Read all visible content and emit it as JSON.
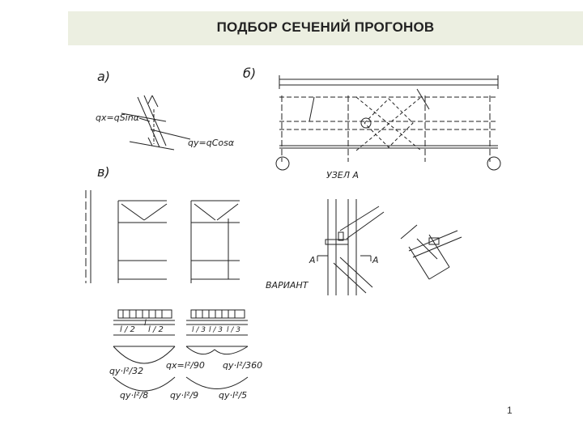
{
  "slide": {
    "title": "ПОДБОР СЕЧЕНИЙ ПРОГОНОВ",
    "page_number": "1"
  },
  "drawing": {
    "label_a": "а)",
    "label_b": "б)",
    "label_v": "в)",
    "qx": "qx=qSinα",
    "qy": "qy=qCosα",
    "node_label": "УЗЕЛ А",
    "variant_label": "ВАРИАНТ",
    "mark_a_left": "А",
    "mark_a_right": "А",
    "l": "l",
    "span_half_1": "l / 2",
    "span_half_2": "l / 2",
    "span_third_1": "l / 3",
    "span_third_2": "l / 3",
    "span_third_3": "l / 3",
    "m_half": "qy·l²/32",
    "m_mid": "qx=l²/90",
    "m_third": "qy·l²/360",
    "m_y1": "qy·l²/8",
    "m_y2": "qy·l²/9",
    "m_y3": "qy·l²/5"
  }
}
